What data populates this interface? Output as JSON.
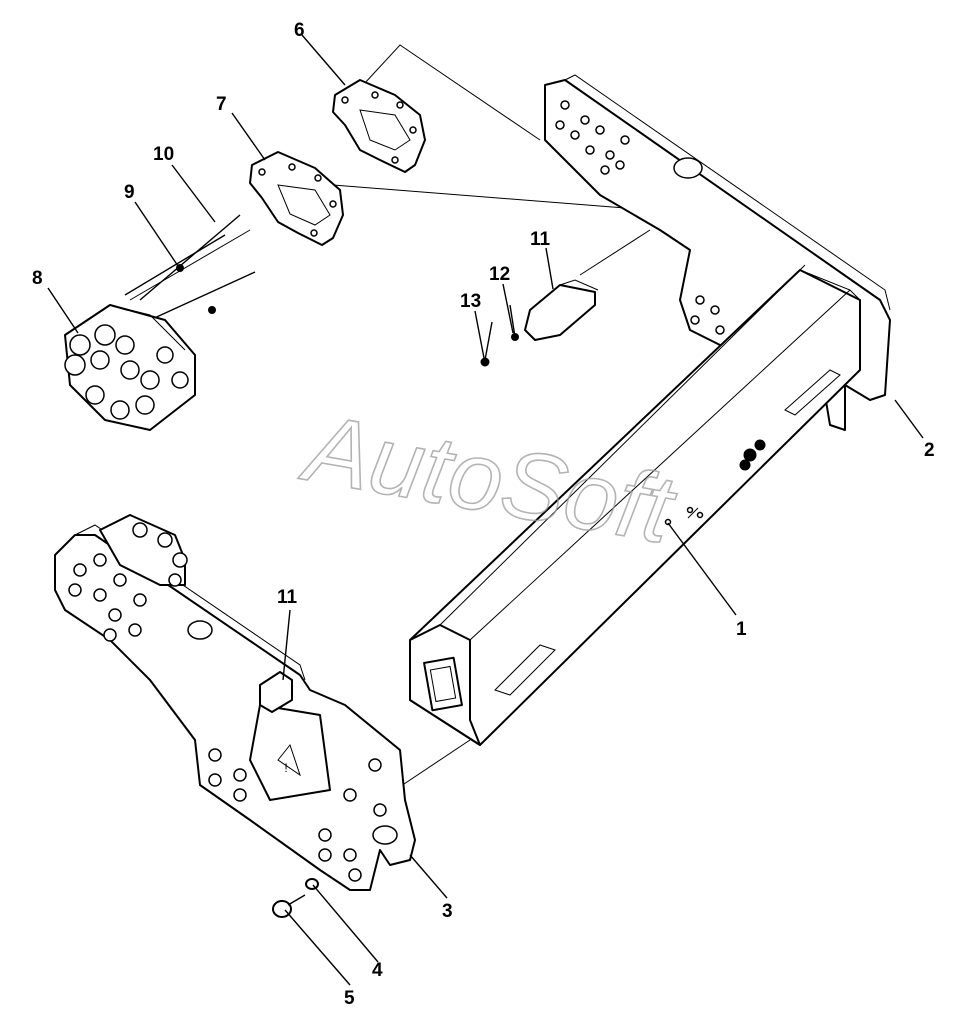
{
  "watermark": "AutoSoft",
  "callouts": [
    {
      "id": "1",
      "label": "1"
    },
    {
      "id": "2",
      "label": "2"
    },
    {
      "id": "3",
      "label": "3"
    },
    {
      "id": "4",
      "label": "4"
    },
    {
      "id": "5",
      "label": "5"
    },
    {
      "id": "6",
      "label": "6"
    },
    {
      "id": "7",
      "label": "7"
    },
    {
      "id": "8",
      "label": "8"
    },
    {
      "id": "9",
      "label": "9"
    },
    {
      "id": "10",
      "label": "10"
    },
    {
      "id": "11a",
      "label": "11"
    },
    {
      "id": "11b",
      "label": "11"
    },
    {
      "id": "12",
      "label": "12"
    },
    {
      "id": "13",
      "label": "13"
    }
  ]
}
